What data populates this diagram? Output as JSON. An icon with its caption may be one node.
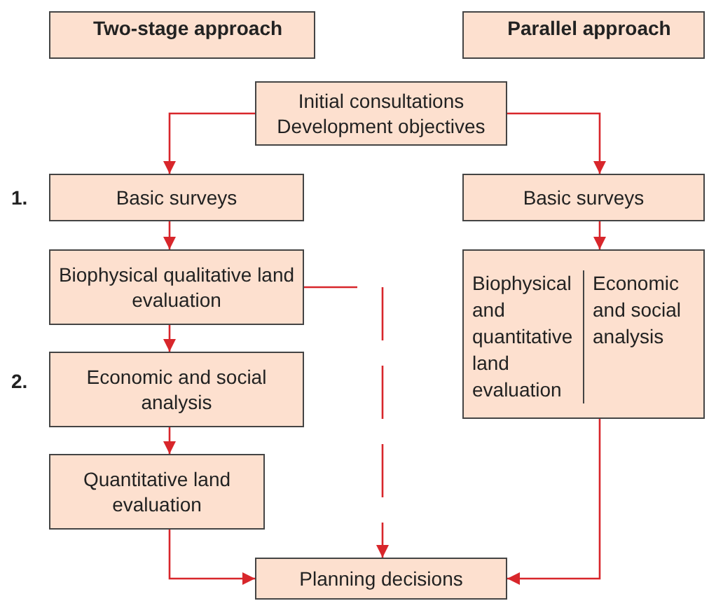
{
  "diagram": {
    "nodes": [
      {
        "text": [
          "Two-stage approach"
        ]
      },
      {
        "text": [
          "Parallel approach"
        ]
      },
      {
        "text": [
          "Initial consultations",
          "Development objectives"
        ]
      },
      {
        "text": [
          "Basic surveys"
        ]
      },
      {
        "text": [
          "Basic surveys"
        ]
      },
      {
        "text": [
          "Biophysical qualitative land evaluation"
        ]
      },
      {
        "text": [
          "Biophysical and quantitative land evaluation",
          "Economic and social analysis"
        ]
      },
      {
        "text": [
          "Economic and social analysis"
        ]
      },
      {
        "text": [
          "Quantitative land evaluation"
        ]
      },
      {
        "text": [
          "Planning decisions"
        ]
      }
    ],
    "edges": [
      {
        "from": 2,
        "to": 3,
        "arrow": "to"
      },
      {
        "from": 2,
        "to": 4,
        "arrow": "to"
      },
      {
        "from": 3,
        "to": 5,
        "arrow": "to"
      },
      {
        "from": 5,
        "to": 7,
        "arrow": "to"
      },
      {
        "from": 7,
        "to": 8,
        "arrow": "to"
      },
      {
        "from": 8,
        "to": 9,
        "arrow": "to"
      },
      {
        "from": 5,
        "to": 9,
        "arrow": "to",
        "style": "dashed"
      },
      {
        "from": 4,
        "to": 6,
        "arrow": "to"
      },
      {
        "from": 6,
        "to": 9,
        "arrow": "to"
      }
    ],
    "labels": [
      "1.",
      "2."
    ]
  }
}
